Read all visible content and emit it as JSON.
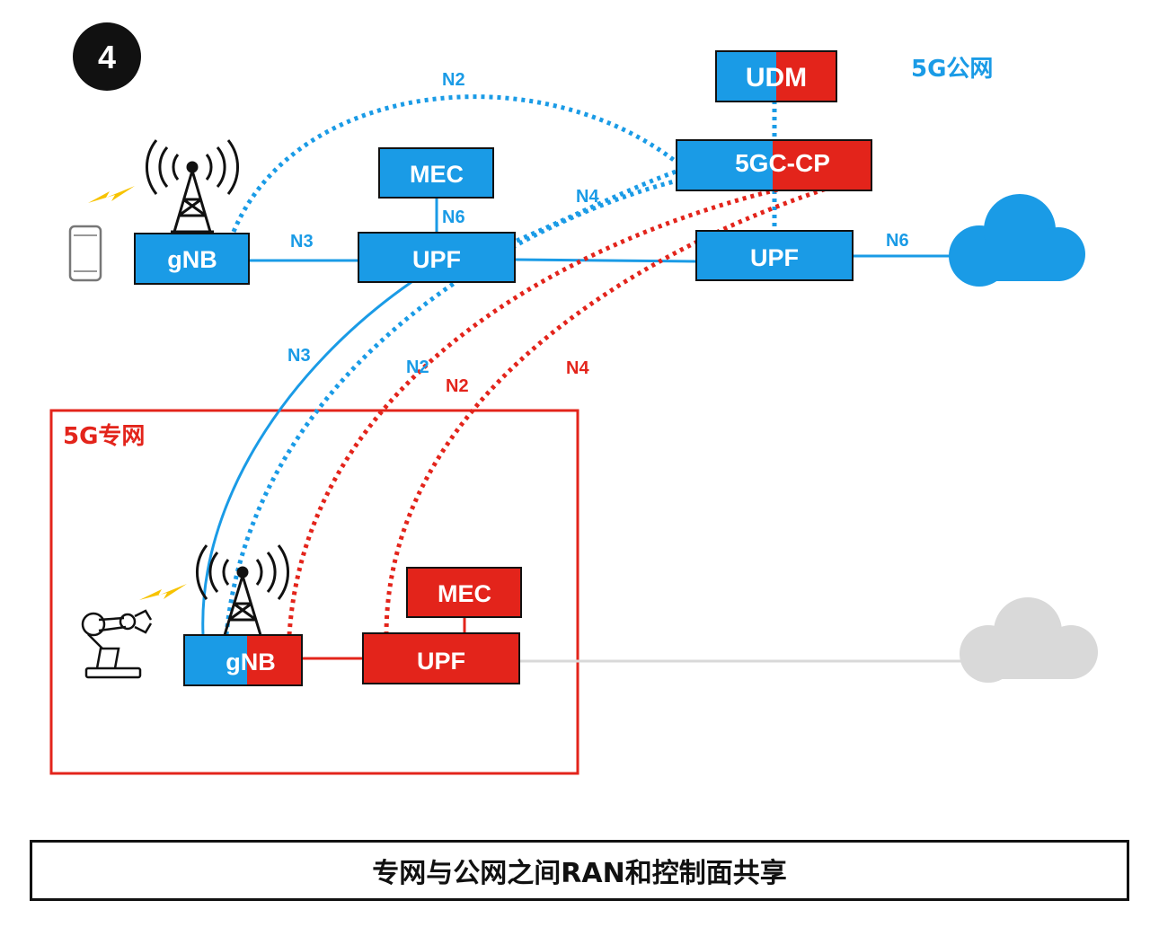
{
  "badge": "4",
  "public_network_label": "5G公网",
  "private_network_label": "5G专网",
  "nodes": {
    "udm": "UDM",
    "core_cp": "5GC-CP",
    "public_gnb": "gNB",
    "public_mec": "MEC",
    "public_upf_edge": "UPF",
    "public_upf_core": "UPF",
    "private_gnb": "gNB",
    "private_mec": "MEC",
    "private_upf": "UPF"
  },
  "links": {
    "n2_top": "N2",
    "n3_top": "N3",
    "n6_mec": "N6",
    "n4_top": "N4",
    "n6_internet": "N6",
    "n3_private": "N3",
    "n2_blue_private": "N2",
    "n2_red_private": "N2",
    "n4_red_private": "N4"
  },
  "caption": "专网与公网之间RAN和控制面共享",
  "colors": {
    "public_blue": "#1a9be6",
    "private_red": "#e3241b",
    "cloud_blue": "#1a9be6",
    "cloud_gray": "#d9d9d9",
    "lightning": "#f7c300"
  }
}
